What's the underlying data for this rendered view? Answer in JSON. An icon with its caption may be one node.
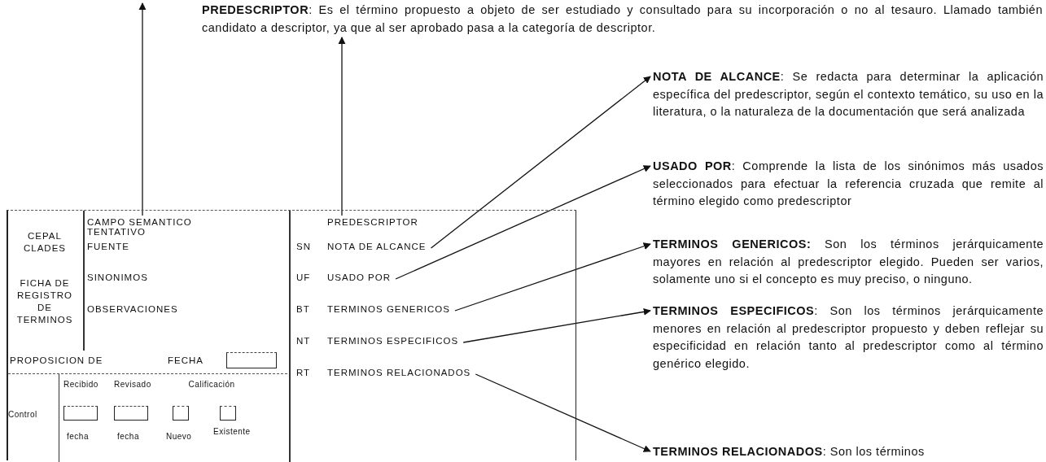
{
  "diagram": {
    "nodes": [
      {
        "text": [],
        "shape": "box"
      },
      {
        "text": [
          "CAMPO SEMANTICO TENTATIVO"
        ],
        "in": 0
      },
      {
        "text": [
          "PREDESCRIPTOR"
        ],
        "in": 0
      },
      {
        "text": [
          "NOTA DE ALCANCE"
        ],
        "in": 0
      },
      {
        "text": [
          "USADO POR"
        ],
        "in": 0
      },
      {
        "text": [
          "TERMINOS GENERICOS"
        ],
        "in": 0
      },
      {
        "text": [
          "TERMINOS ESPECIFICOS"
        ],
        "in": 0
      },
      {
        "text": [
          "TERMINOS RELACIONADOS"
        ],
        "in": 0
      },
      {
        "text": [
          "**PREDESCRIPTOR**: Es el término propuesto a objeto de ser estudiado y consultado para su incorporación o no al tesauro. Llamado también candidato a descriptor, ya que al ser aprobado pasa a la categoría de descriptor."
        ]
      },
      {
        "text": [
          "**NOTA DE ALCANCE**: Se redacta para determinar la aplicación específica del predescriptor, según el contexto temático, su uso en la literatura, o la naturaleza de la documentación que será analizada"
        ]
      },
      {
        "text": [
          "**USADO POR**: Comprende la lista de los sinónimos más usados seleccionados para efectuar la referencia cruzada que remite al término elegido como predescriptor"
        ]
      },
      {
        "text": [
          "**TERMINOS GENERICOS:** Son los términos jerárquicamente mayores en relación al predescriptor elegido. Pueden ser varios, solamente uno si el concepto es muy preciso, o ninguno."
        ]
      },
      {
        "text": [
          "**TERMINOS ESPECIFICOS**: Son los términos jerárquicamente menores en relación al predescriptor propuesto y deben reflejar su especificidad en relación tanto al predescriptor como al término genérico elegido."
        ]
      },
      {
        "text": [
          "**TERMINOS RELACIONADOS**: Son los términos"
        ]
      }
    ],
    "edges": [
      {
        "from": 1,
        "to": null,
        "arrow": "to"
      },
      {
        "from": 2,
        "to": 8,
        "arrow": "to"
      },
      {
        "from": 3,
        "to": 9,
        "arrow": "to"
      },
      {
        "from": 4,
        "to": 10,
        "arrow": "to"
      },
      {
        "from": 5,
        "to": 11,
        "arrow": "to"
      },
      {
        "from": 6,
        "to": 12,
        "arrow": "to"
      },
      {
        "from": 7,
        "to": 13,
        "arrow": "to"
      }
    ],
    "labels": [
      "CEPAL CLADES",
      "FUENTE",
      "SN",
      "FICHA DE REGISTRO DE TERMINOS",
      "SINONIMOS",
      "UF",
      "OBSERVACIONES",
      "BT",
      "NT",
      "RT",
      "PROPOSICION DE",
      "FECHA",
      "Recibido",
      "Revisado",
      "Calificación",
      "Control",
      "fecha",
      "fecha",
      "Nuevo",
      "Existente"
    ]
  }
}
